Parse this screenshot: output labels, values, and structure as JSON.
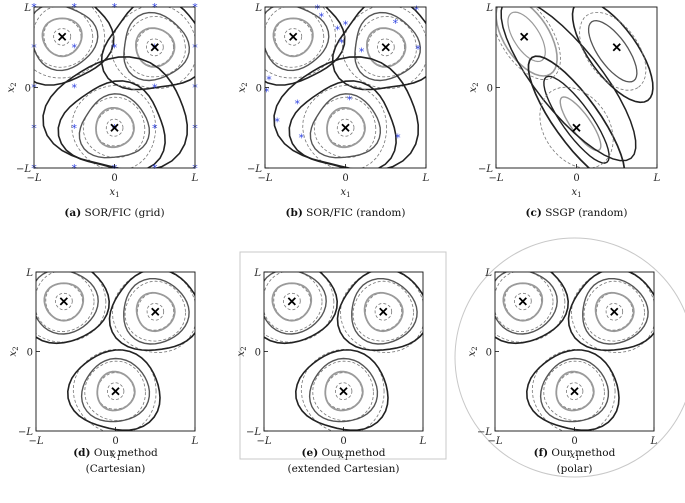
{
  "panels": [
    {
      "id": "a",
      "tag": "(a)",
      "cap1": "SOR/FIC (grid)",
      "cap2": "",
      "frame": "none",
      "inducing": "grid"
    },
    {
      "id": "b",
      "tag": "(b)",
      "cap1": "SOR/FIC (random)",
      "cap2": "",
      "frame": "none",
      "inducing": "random"
    },
    {
      "id": "c",
      "tag": "(c)",
      "cap1": "SSGP (random)",
      "cap2": "",
      "frame": "none",
      "inducing": "none"
    },
    {
      "id": "d",
      "tag": "(d)",
      "cap1": "Our method",
      "cap2": "(Cartesian)",
      "frame": "none",
      "inducing": "none"
    },
    {
      "id": "e",
      "tag": "(e)",
      "cap1": "Our method",
      "cap2": "(extended Cartesian)",
      "frame": "rect",
      "inducing": "none"
    },
    {
      "id": "f",
      "tag": "(f)",
      "cap1": "Our method",
      "cap2": "(polar)",
      "frame": "circle",
      "inducing": "none"
    }
  ],
  "axes": {
    "x_ticks": [
      "−L",
      "0",
      "L"
    ],
    "y_ticks": [
      "L",
      "0",
      "−L"
    ],
    "xlabel_var": "x",
    "xlabel_sub": "1",
    "ylabel_var": "x",
    "ylabel_sub": "2"
  },
  "colors": {
    "inducing": "#2b3fe0",
    "dark": "#222222",
    "mid": "#555555",
    "light": "#9a9a9a",
    "dashed": "#777777",
    "frame": "#c8c8c8"
  },
  "icons": {
    "center": "cross-mark-icon",
    "inducing": "asterisk-icon"
  }
}
